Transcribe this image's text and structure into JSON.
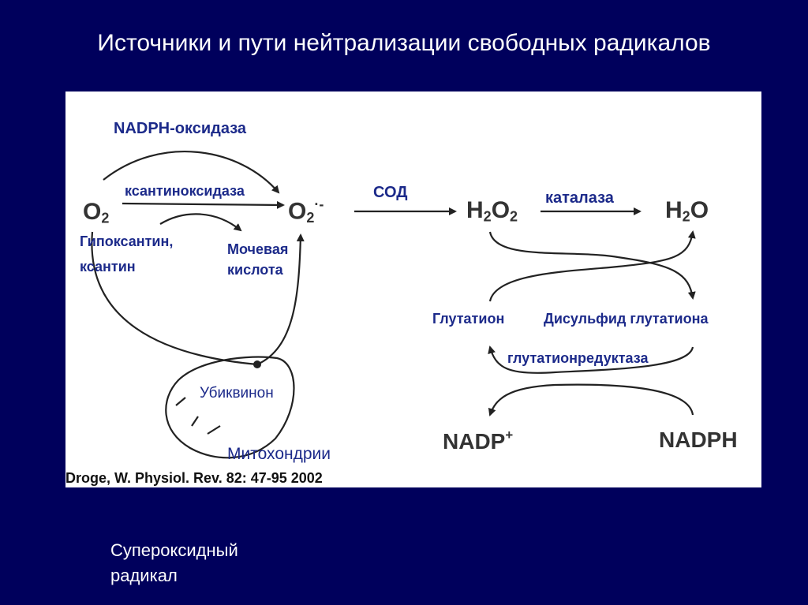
{
  "title": "Источники и пути нейтрализации свободных радикалов",
  "diagram": {
    "labels": {
      "nadph_oxidase": "NADPH-оксидаза",
      "xanthine_oxidase": "ксантиноксидаза",
      "sod": "СОД",
      "catalase": "каталаза",
      "hypoxanthine": "Гипоксантин,",
      "xanthine": "ксантин",
      "uric_acid_1": "Мочевая",
      "uric_acid_2": "кислота",
      "glutathione": "Глутатион",
      "glutathione_disulfide": "Дисульфид глутатиона",
      "glutathione_reductase": "глутатионредуктаза",
      "ubiquinone": "Убиквинон",
      "mitochondria": "Митохондрии"
    },
    "chem": {
      "o2": "O",
      "o2_sub": "2",
      "superoxide": "O",
      "superoxide_sub": "2",
      "superoxide_sup": "·-",
      "h2o2_a": "H",
      "h2o2_sub1": "2",
      "h2o2_b": "O",
      "h2o2_sub2": "2",
      "h2o_a": "H",
      "h2o_sub": "2",
      "h2o_b": "O",
      "nadp": "NADP",
      "nadp_sup": "+",
      "nadph": "NADPH"
    },
    "citation": "Droge, W. Physiol. Rev. 82: 47-95 2002"
  },
  "caption": {
    "line1": "Супероксидный",
    "line2": "радикал"
  },
  "colors": {
    "background": "#00005c",
    "panel": "#ffffff",
    "label_text": "#1c2a8a",
    "arrow": "#222222"
  }
}
